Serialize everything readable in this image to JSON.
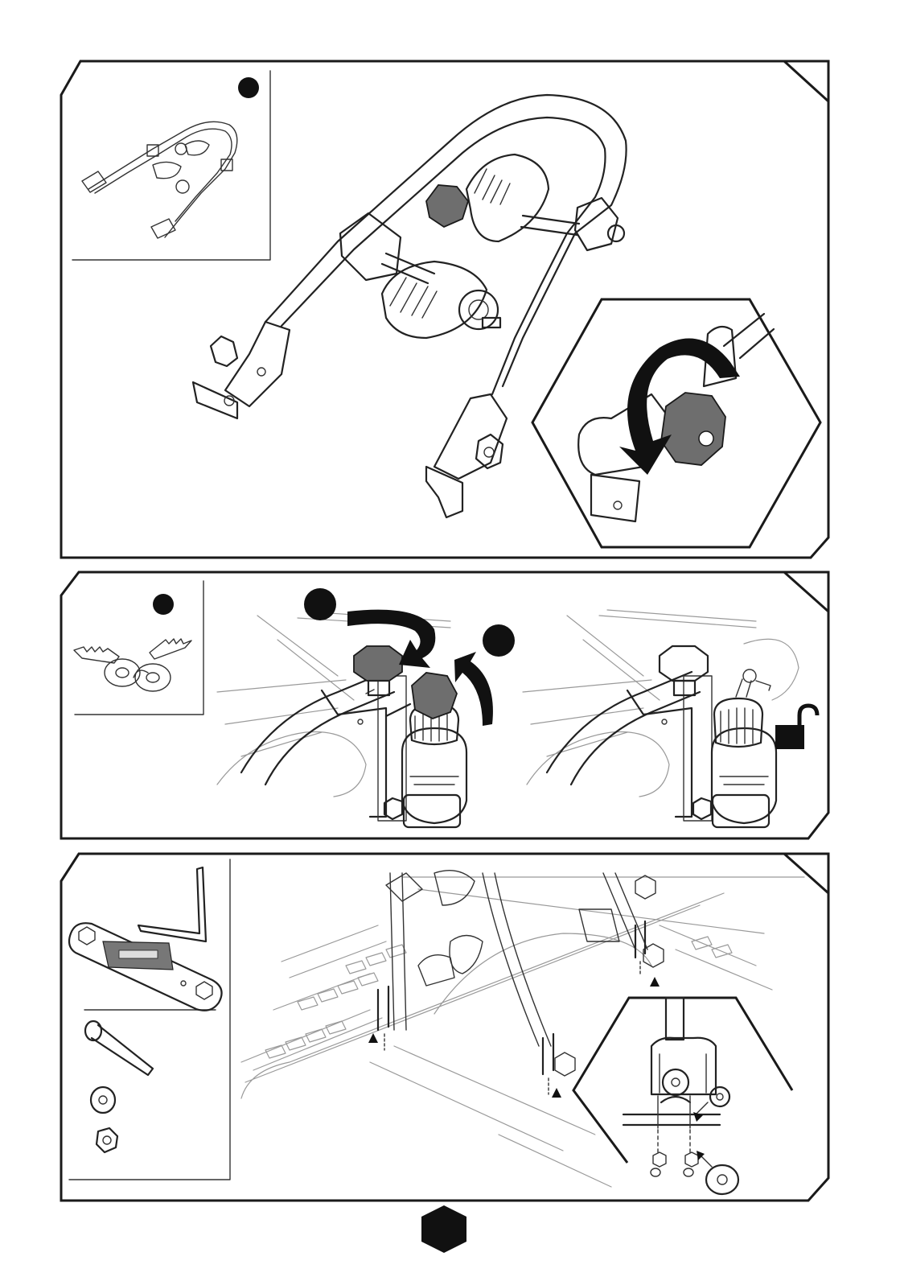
{
  "page": {
    "accent_color": "#111111",
    "line_color": "#222222",
    "knob_color": "#6e6e6e",
    "page_number": ""
  },
  "steps": [
    {
      "id": "step-1",
      "marker": "",
      "inset_part": "bike-carrier-assembly",
      "detail_view": "clamp-knob-rotation"
    },
    {
      "id": "step-2",
      "marker": "",
      "inset_part": "keys",
      "sub_markers": [
        "",
        ""
      ],
      "status_icon": "unlock-icon"
    },
    {
      "id": "step-3",
      "inset_parts": [
        "hex-wrench",
        "allen-key",
        "bolt",
        "washer",
        "nut"
      ],
      "detail_view": "mounting-bolts"
    }
  ]
}
